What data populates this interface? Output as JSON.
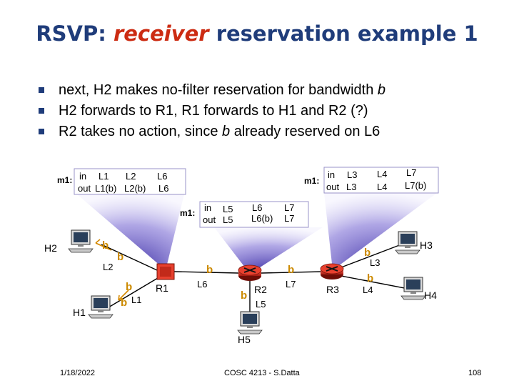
{
  "title": {
    "prefix": "RSVP: ",
    "highlight": "receiver",
    "suffix": " reservation example 1"
  },
  "bullets": [
    {
      "a": "next, H2 makes no-filter reservation for bandwidth ",
      "em": "b",
      "b": ""
    },
    {
      "a": "H2 forwards to R1, R1 forwards to H1 and R2 (?)",
      "em": "",
      "b": ""
    },
    {
      "a": "R2 takes no action, since ",
      "em": "b",
      "b": " already reserved on L6"
    }
  ],
  "state_tables": {
    "r1": {
      "msg": "m1:",
      "row1": [
        "in",
        "L1",
        "L2",
        "L6"
      ],
      "row2": [
        "out",
        "L1(b)",
        "L2(b)",
        "L6"
      ]
    },
    "r2": {
      "msg": "m1:",
      "row1": [
        "in",
        "L5",
        "L6",
        "L7"
      ],
      "row2": [
        "out",
        "L5",
        "L6(b)",
        "L7"
      ]
    },
    "r3": {
      "msg": "m1:",
      "row1": [
        "in",
        "L3",
        "L4",
        "L7"
      ],
      "row2": [
        "out",
        "L3",
        "L4",
        "L7(b)"
      ]
    }
  },
  "nodes": {
    "h1": "H1",
    "h2": "H2",
    "h3": "H3",
    "h4": "H4",
    "h5": "H5",
    "r1": "R1",
    "r2": "R2",
    "r3": "R3"
  },
  "links": {
    "l1": "L1",
    "l2": "L2",
    "l3": "L3",
    "l4": "L4",
    "l5": "L5",
    "l6": "L6",
    "l7": "L7"
  },
  "bandwidth_label": "b",
  "footer": {
    "date": "1/18/2022",
    "course": "COSC 4213 - S.Datta",
    "page": "108"
  },
  "colors": {
    "title": "#1f3c7a",
    "highlight": "#cc2b12",
    "reservation": "#cc8a00",
    "cone": "#7b6cd4"
  }
}
